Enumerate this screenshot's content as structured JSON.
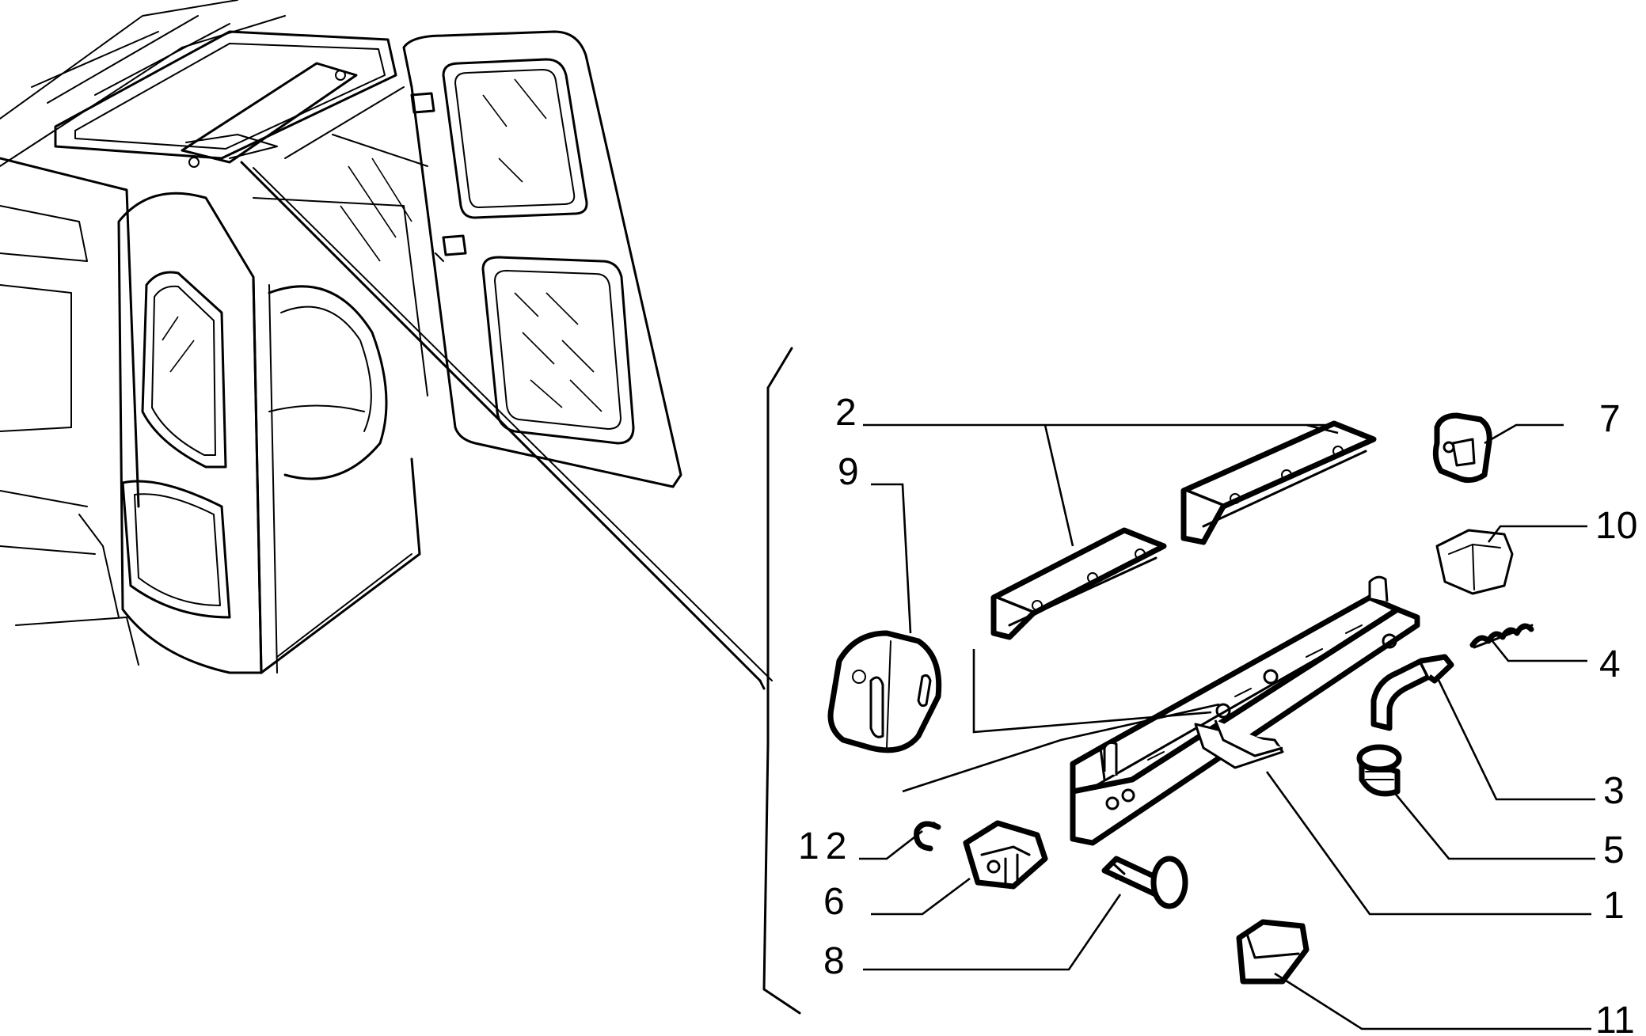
{
  "diagram": {
    "callouts": [
      {
        "id": "c2",
        "label": "2"
      },
      {
        "id": "c9",
        "label": "9"
      },
      {
        "id": "c7",
        "label": "7"
      },
      {
        "id": "c10",
        "label": "10"
      },
      {
        "id": "c4",
        "label": "4"
      },
      {
        "id": "c3",
        "label": "3"
      },
      {
        "id": "c5",
        "label": "5"
      },
      {
        "id": "c1",
        "label": "1"
      },
      {
        "id": "c12",
        "label": "12"
      },
      {
        "id": "c6",
        "label": "6"
      },
      {
        "id": "c8",
        "label": "8"
      },
      {
        "id": "c11",
        "label": "11"
      }
    ],
    "colors": {
      "ink": "#000000",
      "paper": "#ffffff"
    }
  }
}
